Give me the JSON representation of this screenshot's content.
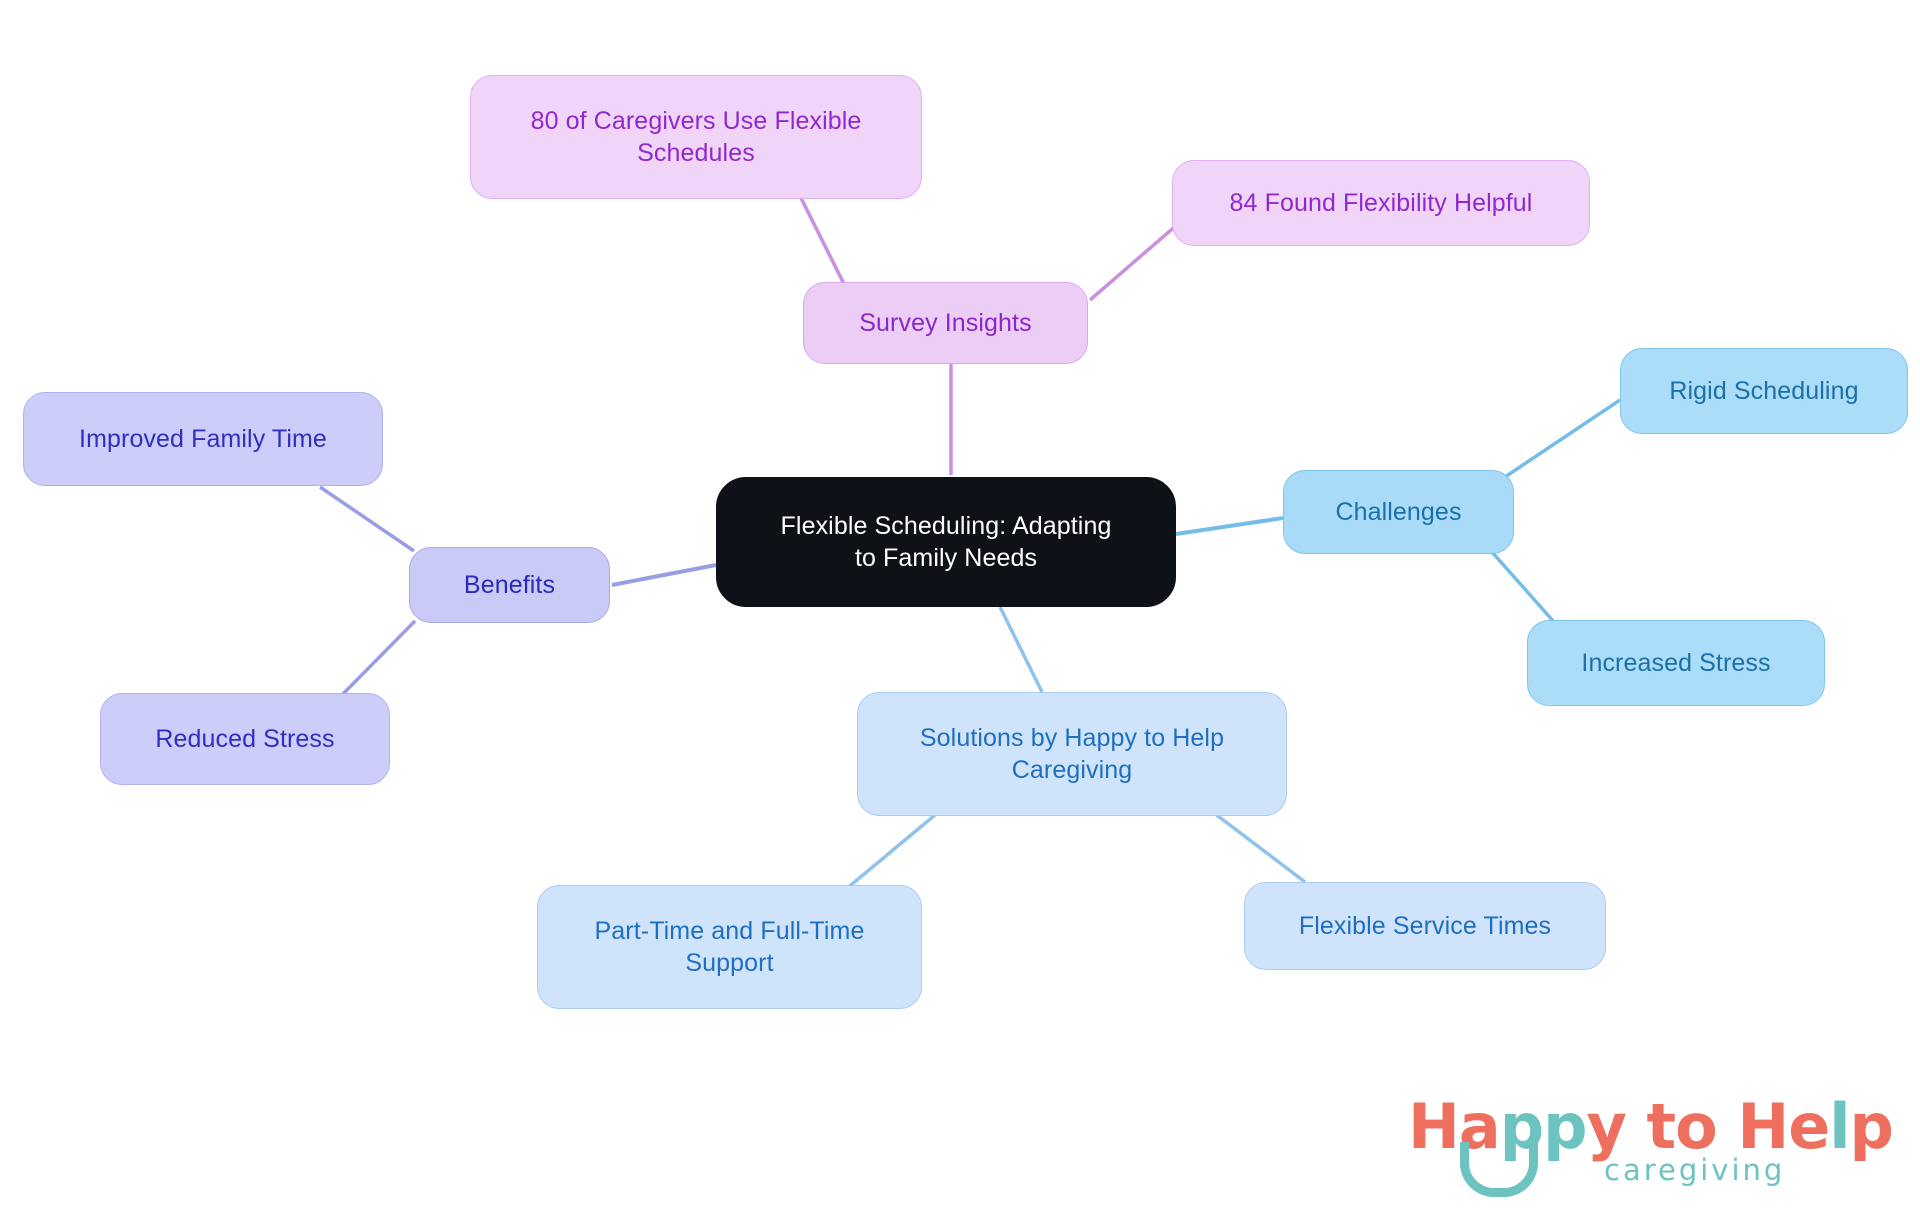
{
  "diagram": {
    "type": "mindmap",
    "background": "#ffffff",
    "root": {
      "id": "root",
      "label": "Flexible Scheduling: Adapting\nto Family Needs",
      "fill": "#0e1117",
      "text_color": "#ffffff"
    },
    "branches": [
      {
        "id": "survey-insights",
        "label": "Survey Insights",
        "fill": "#eccdf5",
        "border": "#d9a8ec",
        "text_color": "#8b27c9",
        "edge_color": "#c98fe0",
        "children": [
          {
            "id": "stat-80-flexible-schedules",
            "label": "80 of Caregivers Use Flexible\nSchedules",
            "fill": "#f0d5f9",
            "border": "#ddb0ef",
            "text_color": "#9128cf"
          },
          {
            "id": "stat-84-flexibility-helpful",
            "label": "84 Found Flexibility Helpful",
            "fill": "#f0d5f9",
            "border": "#ddb0ef",
            "text_color": "#9128cf"
          }
        ]
      },
      {
        "id": "benefits",
        "label": "Benefits",
        "fill": "#c9caf5",
        "border": "#a8a9e8",
        "text_color": "#2a2ab5",
        "edge_color": "#9a9ce4",
        "children": [
          {
            "id": "improved-family-time",
            "label": "Improved Family Time",
            "fill": "#cccdf8",
            "border": "#b0b2ee",
            "text_color": "#2f2fc0"
          },
          {
            "id": "reduced-stress",
            "label": "Reduced Stress",
            "fill": "#cccdf8",
            "border": "#b0b2ee",
            "text_color": "#2f2fc0"
          }
        ]
      },
      {
        "id": "challenges",
        "label": "Challenges",
        "fill": "#a9dbf8",
        "border": "#7cc4ee",
        "text_color": "#1b6fa8",
        "edge_color": "#74bde9",
        "children": [
          {
            "id": "rigid-scheduling",
            "label": "Rigid Scheduling",
            "fill": "#abdcf8",
            "border": "#80c6ef",
            "text_color": "#1c6fa9"
          },
          {
            "id": "increased-stress",
            "label": "Increased Stress",
            "fill": "#abdcf8",
            "border": "#80c6ef",
            "text_color": "#1c6fa9"
          }
        ]
      },
      {
        "id": "solutions-happy-to-help",
        "label": "Solutions by Happy to Help\nCaregiving",
        "fill": "#cfe4fb",
        "border": "#a9ccf3",
        "text_color": "#1f6ec0",
        "edge_color": "#8fc2ec",
        "children": [
          {
            "id": "part-time-full-time-support",
            "label": "Part-Time and Full-Time\nSupport",
            "fill": "#cfe4fb",
            "border": "#a9ccf3",
            "text_color": "#1f6ec0"
          },
          {
            "id": "flexible-service-times",
            "label": "Flexible Service Times",
            "fill": "#cfe4fb",
            "border": "#a9ccf3",
            "text_color": "#1f6ec0"
          }
        ]
      }
    ]
  },
  "logo": {
    "word_1": "Ha",
    "word_2": "pp",
    "word_3": "y to He",
    "word_4": "l",
    "word_5": "p",
    "tagline": "caregiving",
    "coral": "#ef6f5e",
    "teal": "#6cc3c0"
  }
}
